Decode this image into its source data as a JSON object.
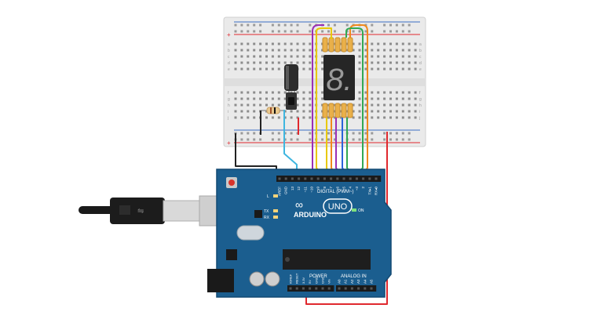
{
  "board": {
    "name_label": "ARDUINO",
    "model_label": "UNO",
    "digital_label": "DIGITAL (PWM~)",
    "power_label": "POWER",
    "analog_label": "ANALOG IN",
    "on_label": "ON",
    "l_label": "L",
    "tx_label": "TX",
    "rx_label": "RX",
    "digital_pins": [
      "AREF",
      "GND",
      "13",
      "12",
      "~11",
      "~10",
      "~9",
      "8",
      "7",
      "~6",
      "~5",
      "4",
      "~3",
      "2",
      "TX▸1",
      "RX◂0"
    ],
    "power_pins": [
      "IOREF",
      "RESET",
      "3.3V",
      "5V",
      "GND",
      "GND",
      "Vin"
    ],
    "analog_pins": [
      "A0",
      "A1",
      "A2",
      "A3",
      "A4",
      "A5"
    ]
  },
  "breadboard": {
    "row_labels": [
      "a",
      "b",
      "c",
      "d",
      "e",
      "f",
      "g",
      "h",
      "i",
      "j"
    ],
    "plus_label": "+",
    "minus_label": "−"
  },
  "display": {
    "digit_value": "8."
  },
  "colors": {
    "board_blue": "#1b5e8f",
    "breadboard": "#ececec",
    "wire_red": "#e0282e",
    "wire_black": "#222222",
    "wire_purple": "#9b2fb5",
    "wire_yellow": "#e8c900",
    "wire_orange": "#f08a1c",
    "wire_green": "#32a852",
    "wire_blue": "#2b63d9",
    "wire_cyan": "#3fb6e0"
  }
}
